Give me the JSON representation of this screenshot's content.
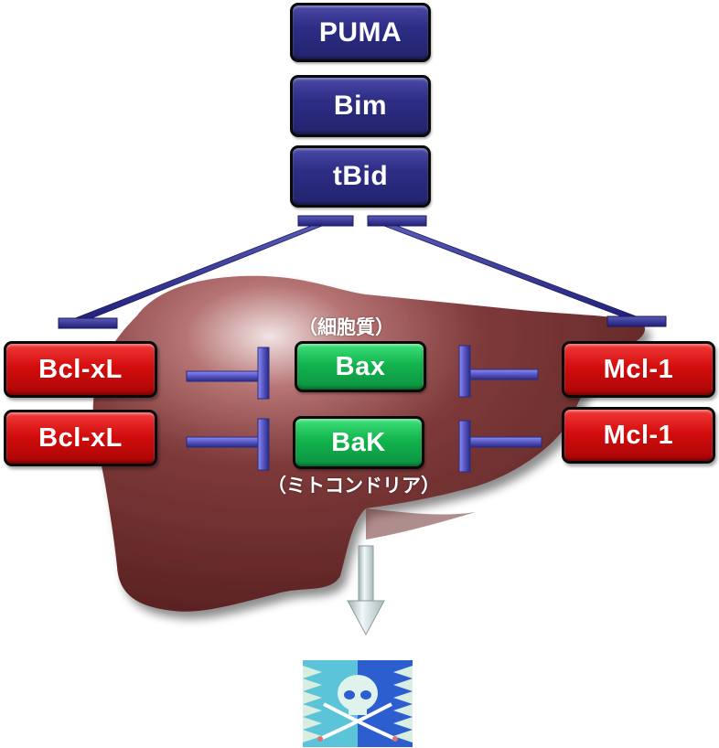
{
  "diagram": {
    "title": "",
    "activators": [
      {
        "id": "puma",
        "label": "PUMA"
      },
      {
        "id": "bim",
        "label": "Bim"
      },
      {
        "id": "tbid",
        "label": "tBid"
      }
    ],
    "anti_apoptotic_left": [
      {
        "id": "bclxl-1",
        "label": "Bcl-xL"
      },
      {
        "id": "bclxl-2",
        "label": "Bcl-xL"
      }
    ],
    "anti_apoptotic_right": [
      {
        "id": "mcl1-1",
        "label": "Mcl-1"
      },
      {
        "id": "mcl1-2",
        "label": "Mcl-1"
      }
    ],
    "effectors": [
      {
        "id": "bax",
        "label": "Bax",
        "location": "（細胞質）"
      },
      {
        "id": "bak",
        "label": "BaK",
        "location": "（ミトコンドリア）"
      }
    ],
    "edges": [
      {
        "from": "activators",
        "to": "anti_apoptotic_left",
        "type": "inhibit"
      },
      {
        "from": "activators",
        "to": "anti_apoptotic_right",
        "type": "inhibit"
      },
      {
        "from": "bclxl-1",
        "to": "bax",
        "type": "inhibit"
      },
      {
        "from": "bclxl-2",
        "to": "bak",
        "type": "inhibit"
      },
      {
        "from": "mcl1-1",
        "to": "bax",
        "type": "inhibit"
      },
      {
        "from": "mcl1-2",
        "to": "bak",
        "type": "inhibit"
      },
      {
        "from": "liver",
        "to": "death",
        "type": "activate"
      }
    ],
    "background_image": "liver-illustration",
    "outcome_icon": "skull-crossbones-flag-icon",
    "colors": {
      "activator": "#2d2d85",
      "anti_apoptotic": "#d40d0d",
      "effector": "#12b44e",
      "inhibition_bar": "#5b5bc8",
      "liver": "#7a3434",
      "arrow": "#c8d8dc"
    }
  }
}
